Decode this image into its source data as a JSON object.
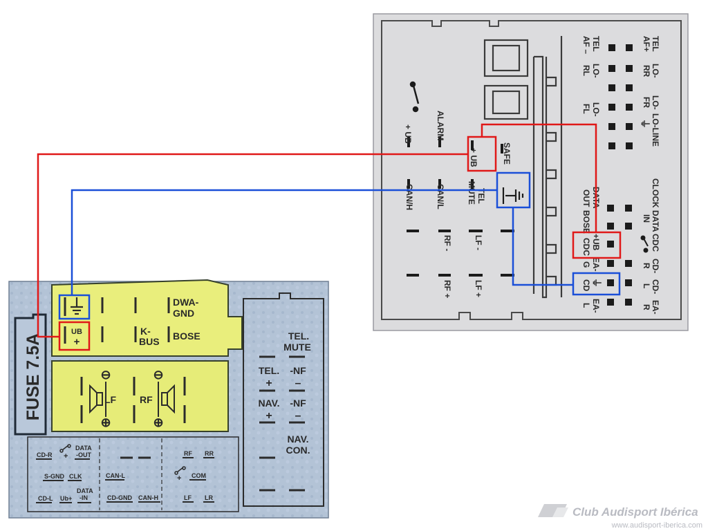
{
  "colors": {
    "positive_wire": "#e01818",
    "ground_wire": "#1a4fd8",
    "highlight": "#e9ee7c",
    "plate_left": "#aebfd2",
    "plate_right": "#dcdcde"
  },
  "left_connector": {
    "fuse_label": "FUSE 7.5A",
    "top_block": {
      "ground": "⏚",
      "ub_top": "UB",
      "ub_bottom": "+",
      "k": "K-",
      "bus": "BUS",
      "dwa1": "DWA-",
      "dwa2": "GND",
      "bose": "BOSE"
    },
    "speaker_block": {
      "minus": "⊖",
      "plus": "⊕",
      "lf": "LF",
      "rf": "RF"
    },
    "right_column": {
      "tel1": "TEL.",
      "mute": "MUTE",
      "tel2": "TEL.",
      "tel_plus": "+",
      "nf1": "-NF",
      "nf1_minus": "–",
      "nav1": "NAV.",
      "nav_plus": "+",
      "nf2": "-NF",
      "nf2_minus": "–",
      "nav2": "NAV.",
      "con": "CON."
    },
    "bottom_block": {
      "cdr": "CD-R",
      "data_out_1": "DATA",
      "data_out_2": "-OUT",
      "sgnd": "S-GND",
      "clk": "CLK",
      "cdl": "CD-L",
      "ub_plus": "Ub+",
      "data_in_1": "DATA",
      "data_in_2": "-IN",
      "canl": "CAN-L",
      "cdgnd": "CD-GND",
      "canh": "CAN-H",
      "rf": "RF",
      "rr": "RR",
      "com": "COM",
      "lf": "LF",
      "lr": "LR",
      "plus": "+"
    }
  },
  "right_connector": {
    "labels": {
      "tel_af_plus_1": "TEL",
      "tel_af_plus_2": "AF+",
      "tel_af_minus_1": "TEL",
      "tel_af_minus_2": "AF –",
      "lo_rr_1": "LO-",
      "lo_rr_2": "RR",
      "lo_rl_1": "LO-",
      "lo_rl_2": "RL",
      "lo_fr_1": "LO-",
      "lo_fr_2": "FR",
      "lo_fl_1": "LO-",
      "lo_fl_2": "FL",
      "lo_line": "LO-LINE",
      "ground": "⏚",
      "ub": "+ UB",
      "alarm": "ALARM",
      "ub_boxed": "+ UB",
      "safe": "SAFE",
      "can_h": "CAN/H",
      "can_l": "CAN/L",
      "tel_mute_1": "TEL",
      "tel_mute_2": "MUTE",
      "rf_minus": "RF -",
      "lf_minus": "LF -",
      "rf_plus": "RF +",
      "lf_plus": "LF +",
      "clock": "CLOCK",
      "data_out_1": "DATA",
      "data_out_2": "OUT",
      "bose": "BOSE",
      "data_in_1": "DATA",
      "data_in_2": "IN",
      "cdc": "CDC",
      "ub_cdc_1": "+UB",
      "ub_cdc_2": "CDC",
      "ea_g_1": "EA-",
      "ea_g_2": "G",
      "cd_r_1": "CD-",
      "cd_r_2": "R",
      "cd_ground_1": "⏚",
      "cd_ground_2": "CD",
      "cd_l_1": "CD-",
      "cd_l_2": "L",
      "ea_r_1": "EA-",
      "ea_r_2": "R",
      "ea_l_1": "EA-",
      "ea_l_2": "L"
    }
  },
  "watermark": {
    "name": "Club Audisport Ibérica",
    "url": "www.audisport-iberica.com"
  }
}
